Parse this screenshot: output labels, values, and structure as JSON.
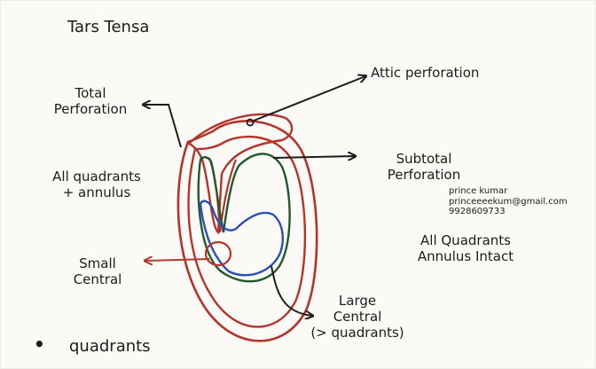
{
  "title": "Tars Tensa",
  "labels": {
    "total_perforation": [
      "Total",
      "Perforation"
    ],
    "attic_perforation": "Attic perforation",
    "all_quadrants_annulus": [
      "All quadrants",
      "+ annulus"
    ],
    "subtotal_perforation": [
      "Subtotal",
      "Perforation"
    ],
    "all_quadrants_intact": [
      "All Quadrants",
      "Annulus Intact"
    ],
    "small_central": [
      "Small",
      "Central"
    ],
    "large_central": [
      "Large",
      "Central",
      "(> quadrants)"
    ],
    "bullet": "•",
    "quadrants": "quadrants"
  },
  "watermark": {
    "name": "prince kumar",
    "email": "princeeeekum@gmail.com",
    "phone": "9928609733"
  },
  "colors": {
    "outline_red": "#b5342a",
    "green": "#1f5a2c",
    "blue": "#2b4fb8",
    "arrow": "#1c1c1c",
    "arrow_red": "#b23a2a"
  }
}
